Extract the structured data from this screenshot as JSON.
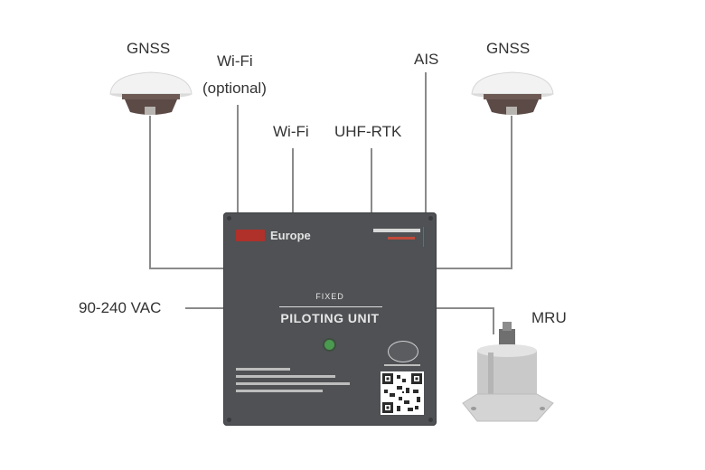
{
  "labels": {
    "gnss_left": "GNSS",
    "wifi_optional_line1": "Wi-Fi",
    "wifi_optional_line2": "(optional)",
    "wifi": "Wi-Fi",
    "uhf_rtk": "UHF-RTK",
    "ais": "AIS",
    "gnss_right": "GNSS",
    "power": "90-240 VAC",
    "mru": "MRU"
  },
  "unit": {
    "brand_name": "Europe",
    "subtitle": "FIXED",
    "title": "PILOTING UNIT"
  },
  "colors": {
    "unit_body": "#4f5154",
    "brand_accent": "#b0302a",
    "led": "#4a9a4f",
    "connector_line": "#8a8a8a"
  }
}
